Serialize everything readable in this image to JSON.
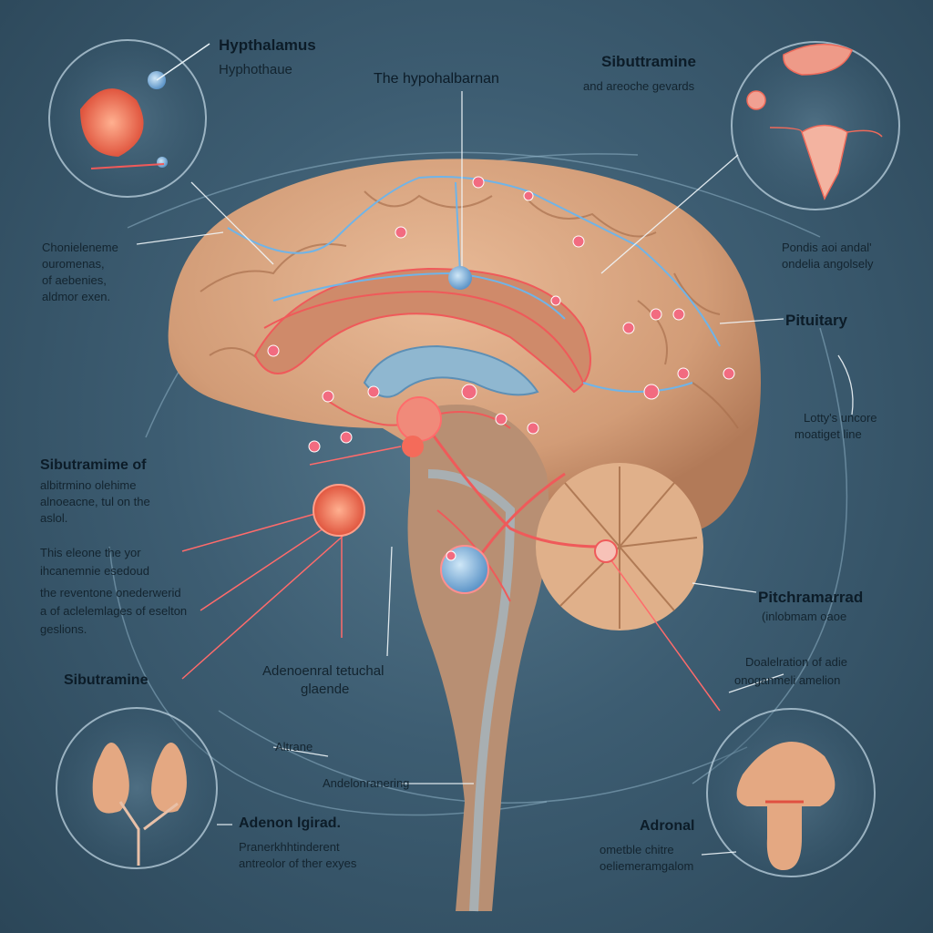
{
  "top_left_callout": {
    "title": "Hypthalamus",
    "subtitle": "Hyphothaue"
  },
  "top_center_title": "The hypohalbarnan",
  "top_right_callout": {
    "title": "Sibuttramine",
    "subtitle": "and areoche gevards"
  },
  "left_note_1": [
    "Chonieleneme",
    "ouromenas,",
    "of aebenies,",
    "aldmor exen."
  ],
  "right_note_1": [
    "Pondis aoi andal'",
    "ondelia angolsely"
  ],
  "pituitary_label": "Pituitary",
  "right_note_2": [
    "Lotty's uncore",
    "moatiget line"
  ],
  "left_heading": "Sibutramime of",
  "left_note_2": [
    "albitrmino olehime",
    "alnoeacne, tul on the",
    "aslol."
  ],
  "left_note_3": [
    "This eleone the yor",
    "ihcanemnie esedoud",
    "the reventone onederwerid",
    "a of aclelemlages of eselton",
    "geslions."
  ],
  "right_heading": "Pitchramarrad",
  "right_subheading": "(inlobmam oaoe",
  "center_label": [
    "Adenoenral tetuchal",
    "glaende"
  ],
  "right_note_3": [
    "Doalelration of adie",
    "onoganmeli amelion"
  ],
  "left_sibutramine": "Sibutramine",
  "center_altrane": "Altrane",
  "center_bottom": "Andelonranering",
  "bottom_left_callout": {
    "title": "Adenon lgirad.",
    "subtitle": [
      "Pranerkhhtinderent",
      "antreolor of ther exyes"
    ]
  },
  "bottom_right_callout": {
    "title": "Adronal",
    "subtitle": [
      "ometble chitre",
      "oeliemeramgalom"
    ]
  },
  "colors": {
    "background": "#3d5d72",
    "brain": "#d9a27e",
    "nerve_blue": "#6fb4e8",
    "nerve_red": "#ef5a5a",
    "gland_pink": "#ee7a6a"
  }
}
